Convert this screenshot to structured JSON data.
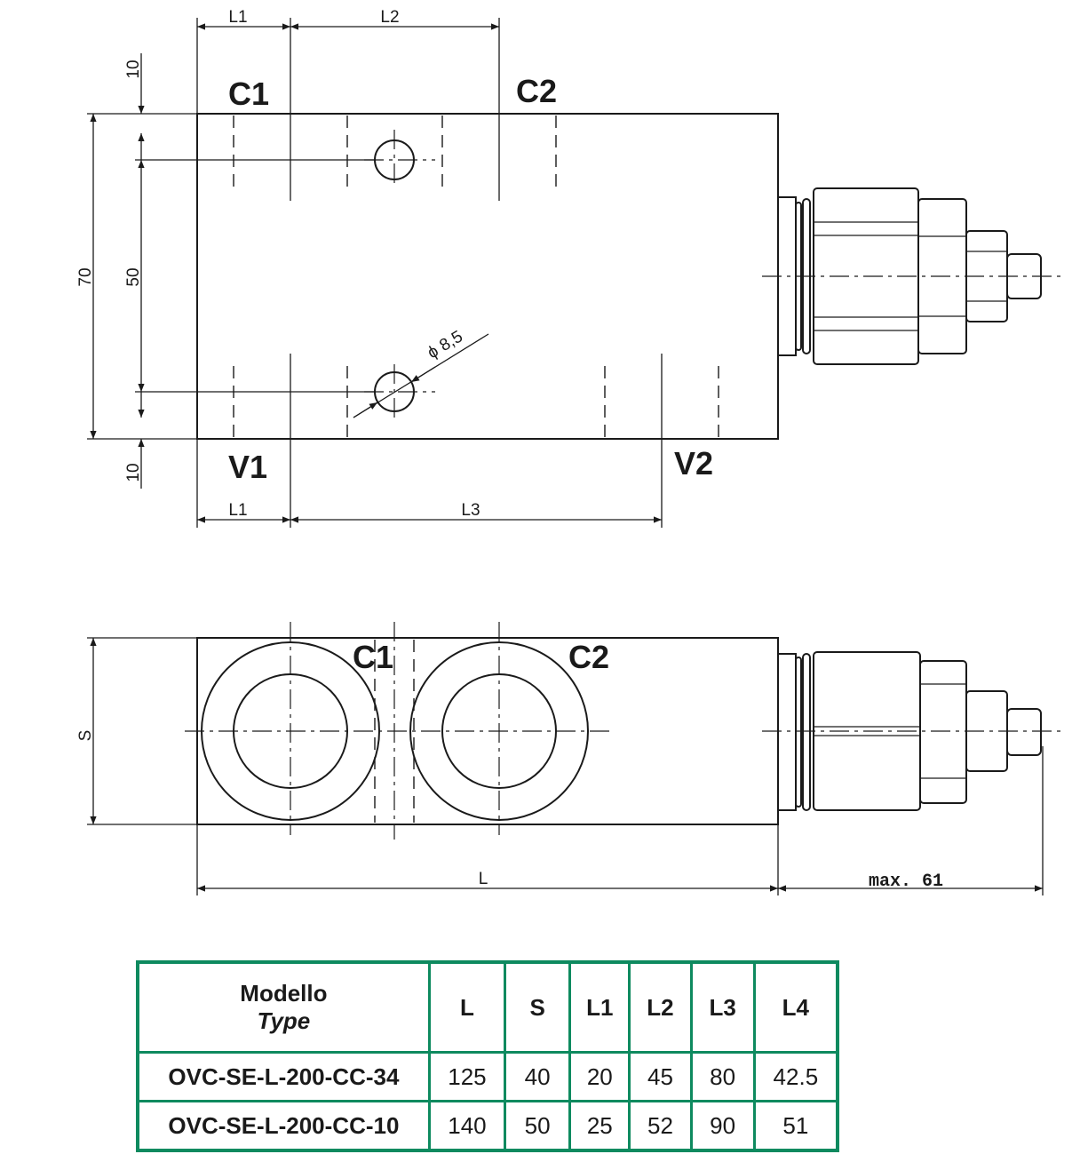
{
  "drawing": {
    "top_view": {
      "ports": {
        "c1": "C1",
        "c2": "C2",
        "v1": "V1",
        "v2": "V2"
      },
      "dims": {
        "l1_top": "L1",
        "l2": "L2",
        "l1_bottom": "L1",
        "l3": "L3",
        "d10_top": "10",
        "d10_bottom": "10",
        "d70": "70",
        "d50": "50",
        "hole_diameter": "ϕ 8,5"
      }
    },
    "side_view": {
      "ports": {
        "c1": "C1",
        "c2": "C2"
      },
      "dims": {
        "s": "S",
        "l": "L",
        "max": "max. 61"
      }
    }
  },
  "table": {
    "header": {
      "model": "Modello",
      "model_type": "Type",
      "columns": [
        "L",
        "S",
        "L1",
        "L2",
        "L3",
        "L4"
      ]
    },
    "rows": [
      {
        "model": "OVC-SE-L-200-CC-34",
        "values": [
          "125",
          "40",
          "20",
          "45",
          "80",
          "42.5"
        ]
      },
      {
        "model": "OVC-SE-L-200-CC-10",
        "values": [
          "140",
          "50",
          "25",
          "52",
          "90",
          "51"
        ]
      }
    ],
    "border_color": "#0e8a5f"
  }
}
